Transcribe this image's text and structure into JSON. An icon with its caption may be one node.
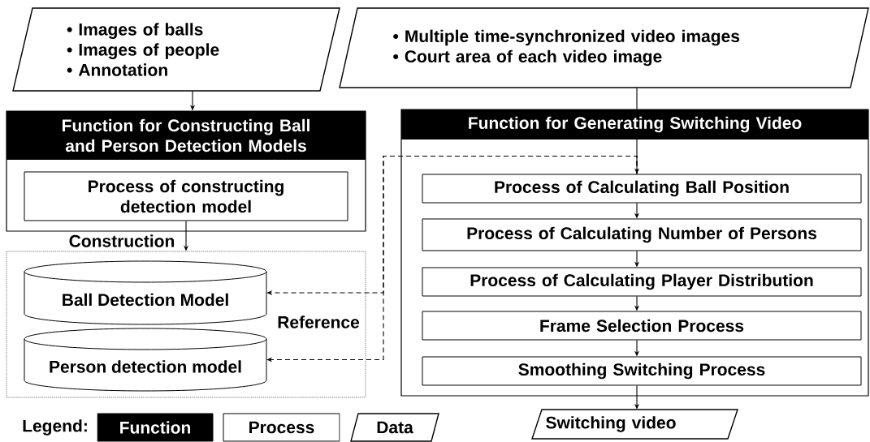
{
  "diagram": {
    "nodes": [
      {
        "text": [
          "• Images of balls",
          "• Images of people",
          "• Annotation"
        ]
      },
      {
        "text": [
          "• Multiple time-synchronized video images",
          "• Court area of each video image"
        ]
      },
      {
        "text": [
          "Function for Constructing Ball and Person Detection Models"
        ]
      },
      {
        "text": [
          "Process of constructing detection model"
        ],
        "in": 2
      },
      {
        "text": [],
        "shape": "box"
      },
      {
        "text": [
          "Ball Detection Model"
        ],
        "in": 4
      },
      {
        "text": [
          "Person detection model"
        ],
        "in": 4
      },
      {
        "text": [
          "Function for Generating Switching Video"
        ]
      },
      {
        "text": [
          "Process of Calculating Ball Position"
        ],
        "in": 7
      },
      {
        "text": [
          "Process of Calculating Number of Persons"
        ],
        "in": 7
      },
      {
        "text": [
          "Process of Calculating Player Distribution"
        ],
        "in": 7
      },
      {
        "text": [
          "Frame Selection Process"
        ],
        "in": 7
      },
      {
        "text": [
          "Smoothing Switching Process"
        ],
        "in": 7
      },
      {
        "text": [
          "Switching video"
        ]
      }
    ],
    "edges": [
      {
        "from": 0,
        "to": 2,
        "arrow": "to"
      },
      {
        "from": 1,
        "to": 7,
        "arrow": "none"
      },
      {
        "from": 7,
        "to": 8,
        "arrow": "to"
      },
      {
        "from": 8,
        "to": 9,
        "arrow": "to"
      },
      {
        "from": 9,
        "to": 10,
        "arrow": "to"
      },
      {
        "from": 10,
        "to": 11,
        "arrow": "to"
      },
      {
        "from": 11,
        "to": 12,
        "arrow": "to"
      },
      {
        "from": 12,
        "to": 13,
        "arrow": "to"
      },
      {
        "from": 3,
        "to": 4,
        "arrow": "to",
        "label": "Construction"
      },
      {
        "from": 8,
        "to": 5,
        "arrow": "to",
        "style": "dashed",
        "label": "Reference"
      },
      {
        "from": 8,
        "to": 6,
        "arrow": "to",
        "style": "dashed"
      }
    ],
    "labels": [
      "Legend:"
    ],
    "legend": [
      {
        "text": "Function",
        "color": "#000000"
      },
      {
        "text": "Process"
      },
      {
        "text": "Data"
      }
    ]
  }
}
